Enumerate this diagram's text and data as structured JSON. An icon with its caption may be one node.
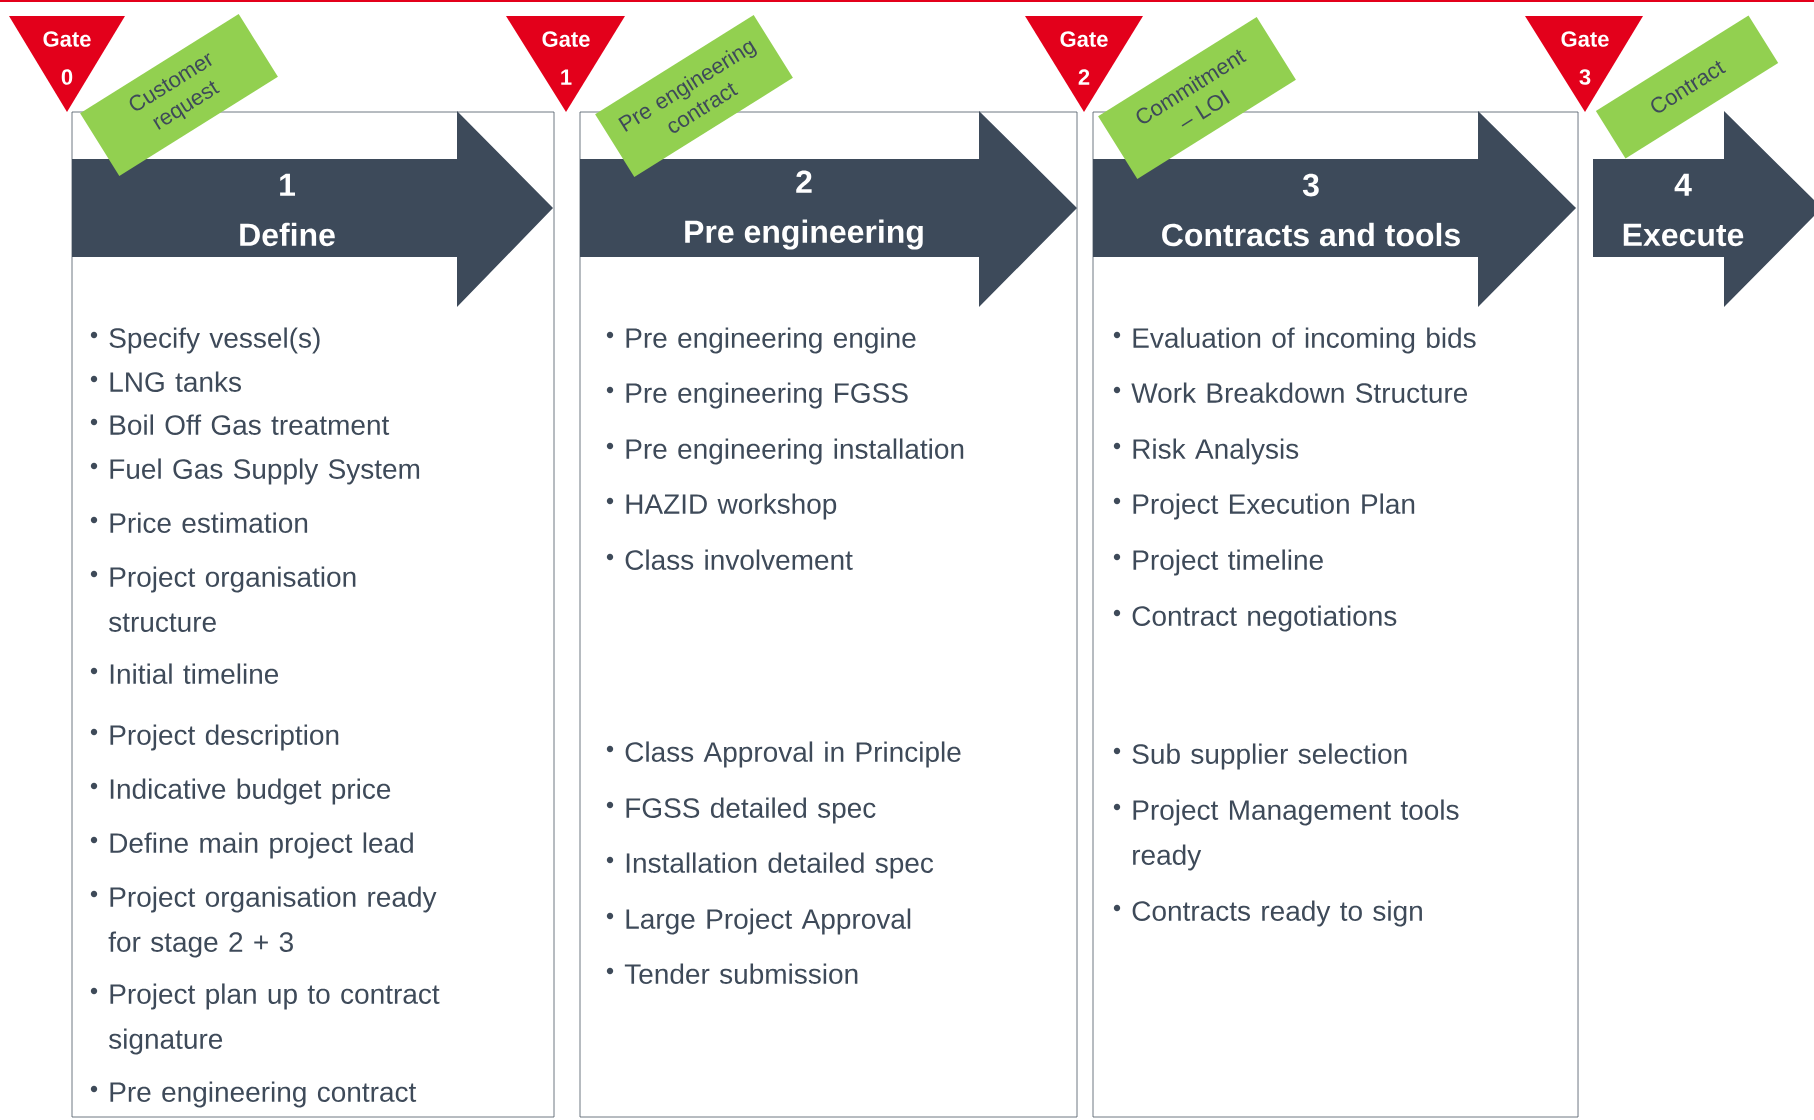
{
  "diagram": {
    "nodes": [
      {
        "text": [
          "Gate",
          "0"
        ]
      },
      {
        "text": [
          "Customer request"
        ]
      },
      {
        "text": [
          "Specify vessel(s)",
          "LNG tanks",
          "Boil Off Gas treatment",
          "Fuel Gas Supply System",
          "Price estimation",
          "Project organisation structure",
          "Initial timeline",
          "Project description",
          "Indicative budget price",
          "Define main project lead",
          "Project organisation ready for stage 2 + 3",
          "Project plan up to contract signature",
          "Pre engineering contract"
        ]
      },
      {
        "text": [
          "1",
          "Define"
        ],
        "in": 2
      },
      {
        "text": [
          "Gate",
          "1"
        ]
      },
      {
        "text": [
          "Pre engineering contract"
        ]
      },
      {
        "text": [
          "Pre engineering engine",
          "Pre engineering FGSS",
          "Pre engineering installation",
          "HAZID workshop",
          "Class involvement",
          "Class Approval in Principle",
          "FGSS detailed spec",
          "Installation detailed spec",
          "Large Project Approval",
          "Tender submission"
        ]
      },
      {
        "text": [
          "2",
          "Pre engineering"
        ],
        "in": 6
      },
      {
        "text": [
          "Gate",
          "2"
        ]
      },
      {
        "text": [
          "Commitment – LOI"
        ]
      },
      {
        "text": [
          "Evaluation of incoming bids",
          "Work Breakdown Structure",
          "Risk Analysis",
          "Project Execution Plan",
          "Project timeline",
          "Contract negotiations",
          "Sub supplier selection",
          "Project Management tools ready",
          "Contracts ready to sign"
        ]
      },
      {
        "text": [
          "3",
          "Contracts and tools"
        ],
        "in": 10
      },
      {
        "text": [
          "Gate",
          "3"
        ]
      },
      {
        "text": [
          "Contract"
        ]
      },
      {
        "text": [
          "4",
          "Execute"
        ]
      }
    ]
  }
}
